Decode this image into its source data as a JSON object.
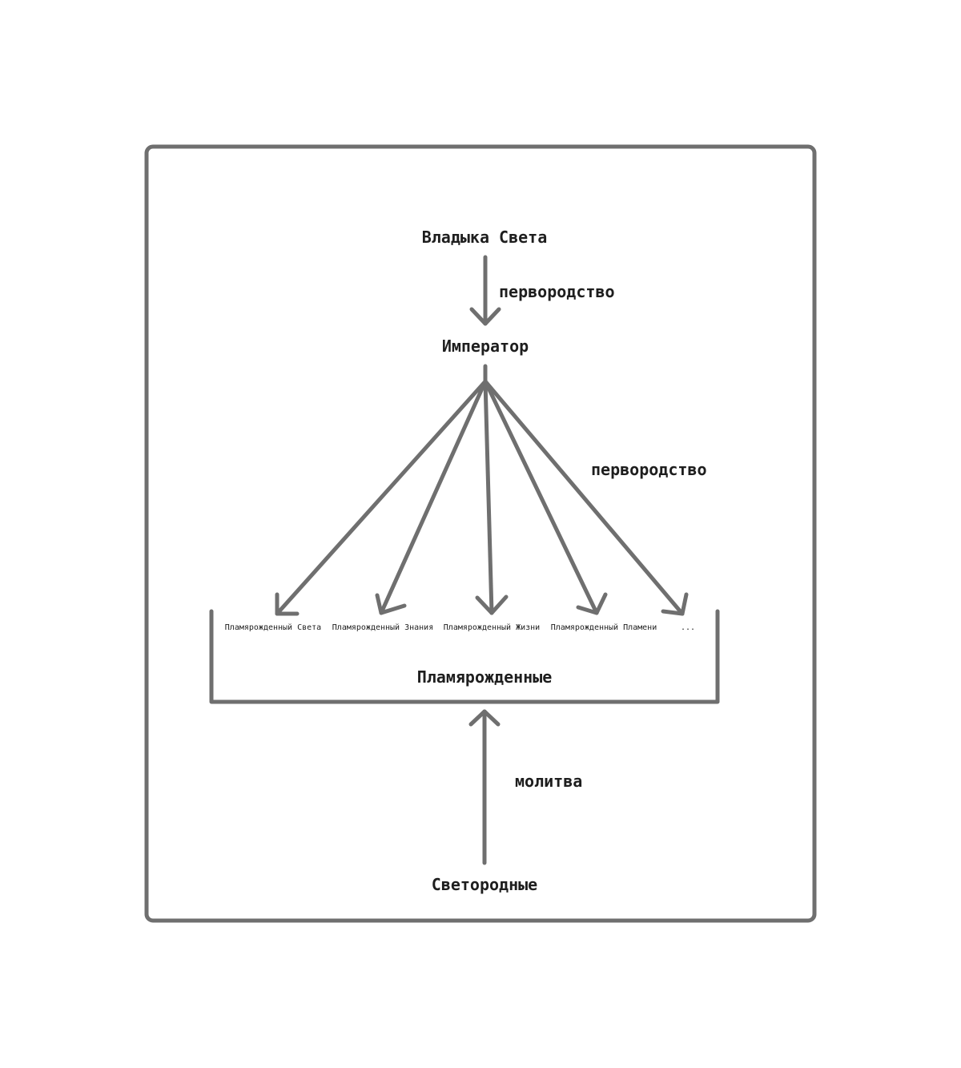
{
  "nodes": {
    "lord": "Владыка Света",
    "emperor": "Император",
    "flameborn": "Пламярожденные",
    "lightborn": "Светородные"
  },
  "edges": {
    "lord_to_emperor": "первородство",
    "emperor_to_flameborn": "первородство",
    "lightborn_to_flameborn": "молитва"
  },
  "flameborn_members": [
    "Пламярожденный Света",
    "Пламярожденный Знания",
    "Пламярожденный Жизни",
    "Пламярожденный Пламени",
    "..."
  ]
}
